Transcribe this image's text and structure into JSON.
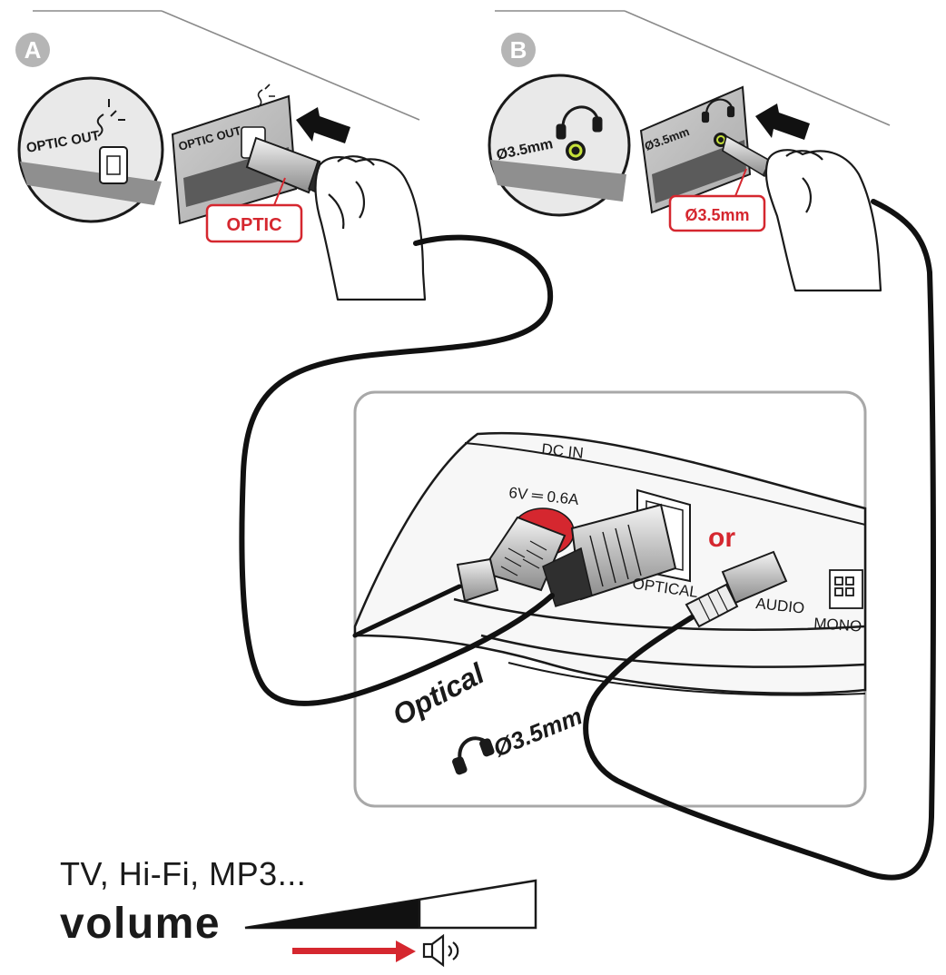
{
  "step_a": {
    "badge": "A",
    "port_label": "OPTIC OUT",
    "plug_callout": "OPTIC"
  },
  "step_b": {
    "badge": "B",
    "port_label": "Ø3.5mm",
    "plug_callout": "Ø3.5mm"
  },
  "device_panel": {
    "dc_label": "DC IN",
    "power_rating": "6V ═ 0.6A",
    "optical_port_label": "OPTICAL",
    "audio_port_label": "AUDIO",
    "mono_port_label": "MONO",
    "or_text": "or",
    "optical_cable_label": "Optical",
    "jack_cable_label": "Ø3.5mm"
  },
  "volume_legend": {
    "devices_text": "TV, Hi-Fi, MP3...",
    "volume_text": "volume",
    "volume_level": 0.6
  },
  "colors": {
    "accent": "#d5272f",
    "badge": "#b5b5b5",
    "panel_border": "#a8a8a8",
    "cable": "#111111"
  },
  "icons": [
    "headphones-icon",
    "sparkle-icon",
    "push-arrow-icon",
    "speaker-icon",
    "hand-icon"
  ]
}
